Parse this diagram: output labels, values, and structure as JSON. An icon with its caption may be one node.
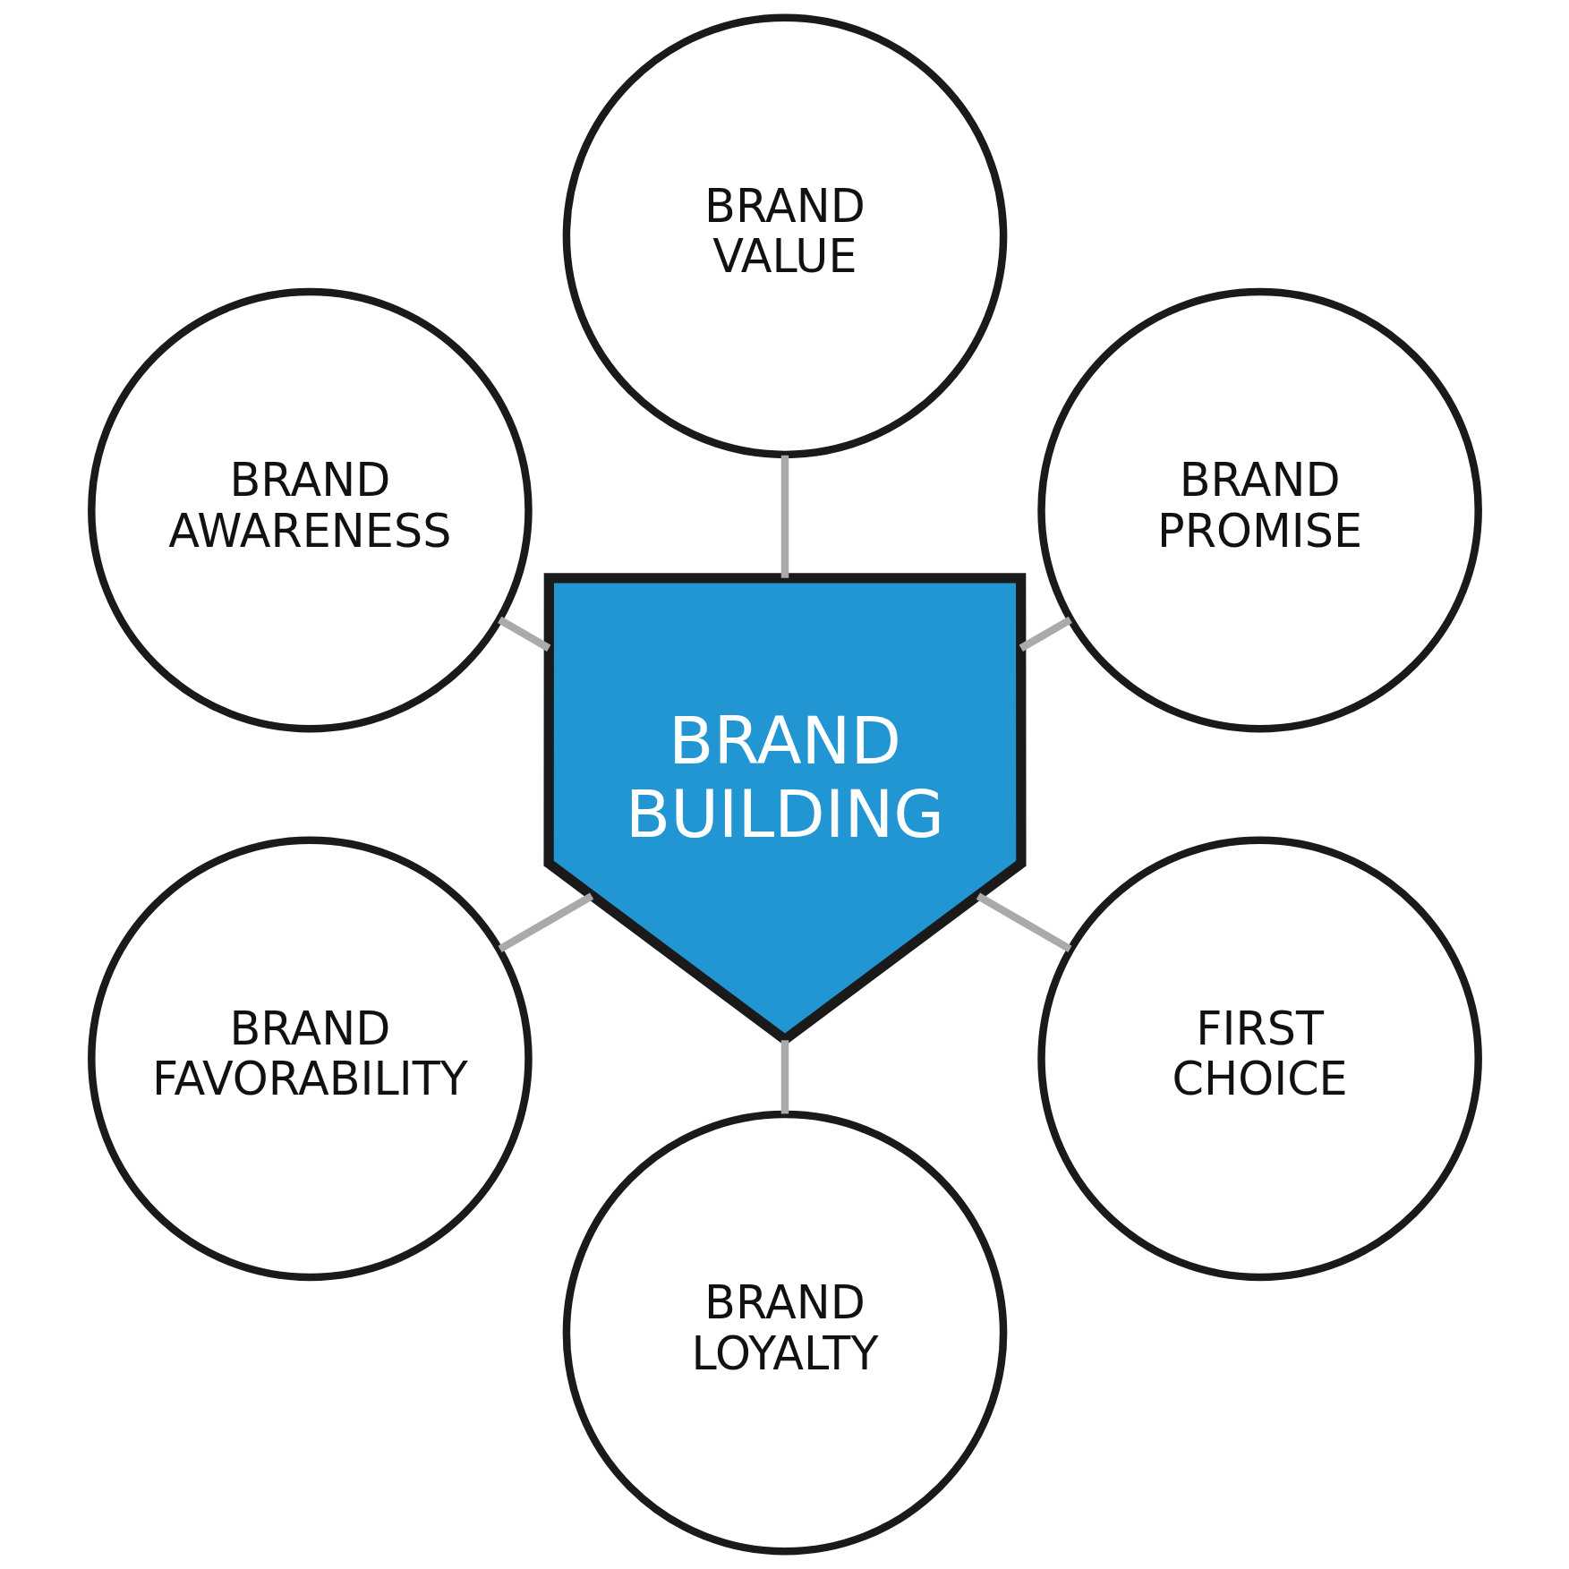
{
  "diagram": {
    "nodes": [
      {
        "text": [
          "BRAND PROMISE"
        ]
      },
      {
        "text": [
          "BRAND VALUE"
        ]
      },
      {
        "text": [
          "BRAND AWARENESS"
        ]
      },
      {
        "text": [
          "BRAND BUILDING"
        ]
      },
      {
        "text": [
          "BRAND FAVORABILITY"
        ]
      },
      {
        "text": [
          "BRAND LOYALTY"
        ]
      },
      {
        "text": [
          "FIRST CHOICE"
        ]
      }
    ],
    "edges": [
      {
        "from": 3,
        "to": 0,
        "arrow": "none"
      },
      {
        "from": 3,
        "to": 1,
        "arrow": "none"
      },
      {
        "from": 3,
        "to": 2,
        "arrow": "none"
      },
      {
        "from": 3,
        "to": 4,
        "arrow": "none"
      },
      {
        "from": 3,
        "to": 5,
        "arrow": "none"
      },
      {
        "from": 3,
        "to": 6,
        "arrow": "none"
      }
    ]
  }
}
